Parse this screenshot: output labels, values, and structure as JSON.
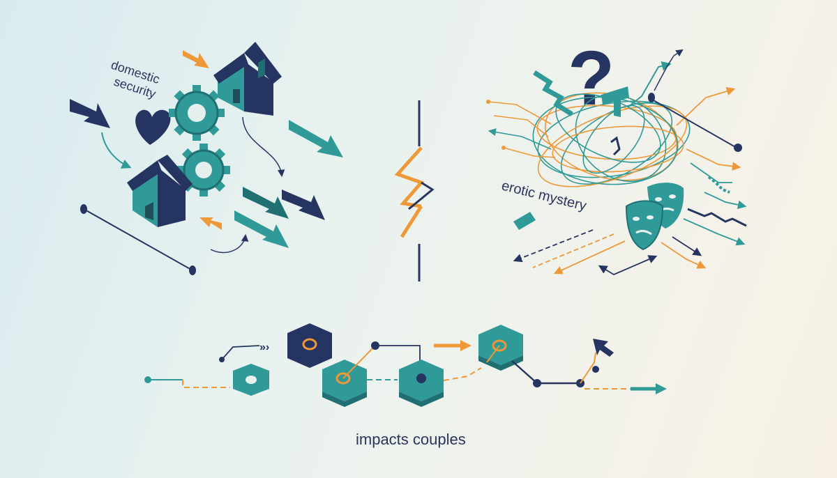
{
  "colors": {
    "navy": "#263461",
    "teal": "#2f9a97",
    "teal_dark": "#1f6f73",
    "orange": "#ee9838",
    "background_left": "#d8ebef",
    "background_right": "#f7f1e4"
  },
  "labels": {
    "domestic_line1": "domestic",
    "domestic_line2": "security",
    "erotic_mystery": "erotic mystery",
    "impacts_couples": "impacts couples"
  },
  "icons": [
    "house-icon",
    "gear-icon",
    "heart-icon",
    "question-mark-icon",
    "theater-masks-icon",
    "lightning-bolt-icon",
    "hexagon-node-icon"
  ]
}
